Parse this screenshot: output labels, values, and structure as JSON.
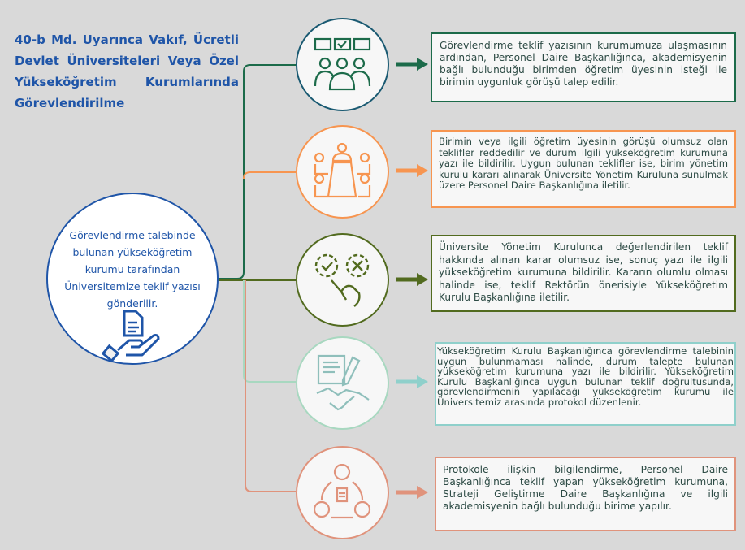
{
  "title": "40-b Md. Uyarınca Vakıf, Ücretli Devlet Üniversiteleri Veya Özel Yükseköğretim Kurumlarında Görevlendirilme",
  "source": {
    "text": "Görevlendirme talebinde bulunan yükseköğretim kurumu tarafından Üniversitemize teklif yazısı gönderilir.",
    "icon": "document-in-hand-icon",
    "color": "#1f55a8"
  },
  "steps": [
    {
      "icon": "group-feedback-icon",
      "color": "#1c6b4a",
      "text": "Görevlendirme teklif yazısının kurumumuza ulaşmasının ardından, Personel Daire Başkanlığınca, akademisyenin bağlı bulunduğu birimden öğretim üyesinin isteği ile birimin uygunluk görüşü talep edilir."
    },
    {
      "icon": "meeting-table-icon",
      "color": "#f79550",
      "text": "Birimin veya ilgili öğretim üyesinin görüşü olumsuz olan teklifler reddedilir ve durum ilgili yükseköğretim kurumuna yazı ile bildirilir. Uygun bulunan teklifler ise, birim yönetim kurulu kararı alınarak Üniversite Yönetim Kuruluna sunulmak üzere Personel Daire Başkanlığına iletilir."
    },
    {
      "icon": "approve-reject-hand-icon",
      "color": "#526b1f",
      "text": "Üniversite Yönetim Kurulunca değerlendirilen teklif hakkında alınan karar olumsuz ise, sonuç yazı ile ilgili yükseköğretim kurumuna bildirilir. Kararın olumlu olması halinde ise, teklif Rektörün önerisiyle Yükseköğretim Kurulu Başkanlığına iletilir."
    },
    {
      "icon": "contract-handshake-icon",
      "color": "#8fd0cb",
      "text": "Yükseköğretim Kurulu Başkanlığınca görevlendirme talebinin uygun bulunmaması halinde, durum talepte bulunan yükseköğretim kurumuna yazı ile bildirilir. Yükseköğretim Kurulu Başkanlığınca uygun bulunan teklif doğrultusunda, görevlendirmenin yapılacağı yükseköğretim kurumu ile Üniversitemiz arasında protokol düzenlenir."
    },
    {
      "icon": "people-network-document-icon",
      "color": "#e0937c",
      "text": "Protokole ilişkin bilgilendirme, Personel Daire Başkanlığınca teklif yapan yükseköğretim kurumuna, Strateji Geliştirme Daire Başkanlığına ve ilgili akademisyenin bağlı bulunduğu birime yapılır."
    }
  ]
}
